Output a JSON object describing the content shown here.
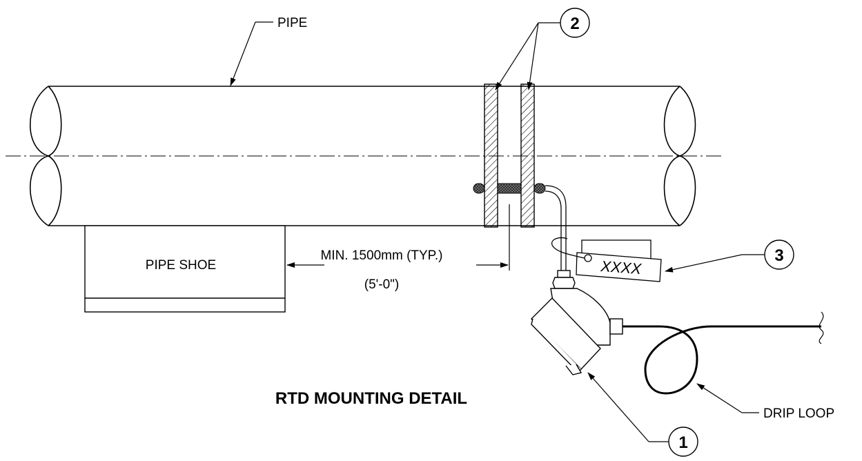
{
  "title": "RTD MOUNTING DETAIL",
  "labels": {
    "pipe": "PIPE",
    "pipe_shoe": "PIPE SHOE",
    "min_distance": "MIN. 1500mm (TYP.)",
    "min_distance_imperial": "(5'-0\")",
    "drip_loop": "DRIP LOOP",
    "tag_text": "XXXX"
  },
  "callouts": {
    "rtd_head": "1",
    "clamp_bands": "2",
    "tag": "3"
  }
}
